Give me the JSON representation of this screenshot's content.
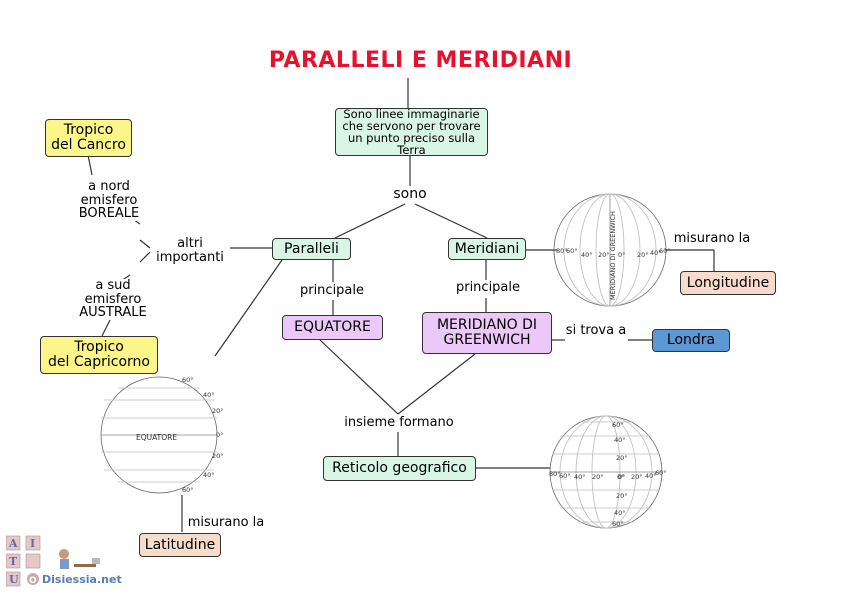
{
  "title": "PARALLELI E MERIDIANI",
  "nodes": {
    "definition": "Sono linee immaginarie\nche servono per trovare\nun punto preciso sulla Terra",
    "paralleli": "Paralleli",
    "meridiani": "Meridiani",
    "tropico_cancro": "Tropico\ndel Cancro",
    "tropico_capricorno": "Tropico\ndel Capricorno",
    "equatore": "EQUATORE",
    "greenwich": "MERIDIANO DI\nGREENWICH",
    "longitudine": "Longitudine",
    "londra": "Londra",
    "reticolo": "Reticolo geografico",
    "latitudine": "Latitudine"
  },
  "links": {
    "sono": "sono",
    "altri_importanti": "altri\nimportanti",
    "a_nord": "a nord\nemisfero\nBOREALE",
    "a_sud": "a sud\nemisfero\nAUSTRALE",
    "principale_par": "principale",
    "principale_mer": "principale",
    "insieme_formano": "insieme formano",
    "misurano_lon": "misurano la",
    "si_trova_a": "si trova a",
    "misurano_lat": "misurano la"
  },
  "globes": {
    "equator_globe_label": "EQUATORE",
    "equator_globe_degrees": [
      "60°",
      "40°",
      "20°",
      "0°",
      "20°",
      "40°",
      "60°"
    ],
    "greenwich_globe_label": "MERIDIANO DI GREENWICH",
    "greenwich_globe_degrees": [
      "80°",
      "60°",
      "40°",
      "20°",
      "0°",
      "20°",
      "40°",
      "60°"
    ],
    "grid_globe_lat": [
      "60°",
      "40°",
      "20°",
      "0°",
      "20°",
      "40°",
      "60°"
    ],
    "grid_globe_lon": [
      "80°",
      "60°",
      "40°",
      "20°",
      "0°",
      "20°",
      "40°",
      "60°"
    ]
  },
  "logo": {
    "letters": [
      "A",
      "I",
      "T",
      "U",
      "O"
    ],
    "text": "Disiessia.net"
  },
  "colors": {
    "title": "#e8112d",
    "yellow": "#fbf58a",
    "green": "#d9f5e6",
    "purple": "#ecc8f8",
    "peach": "#f8dccb",
    "blue": "#5d98d6"
  }
}
